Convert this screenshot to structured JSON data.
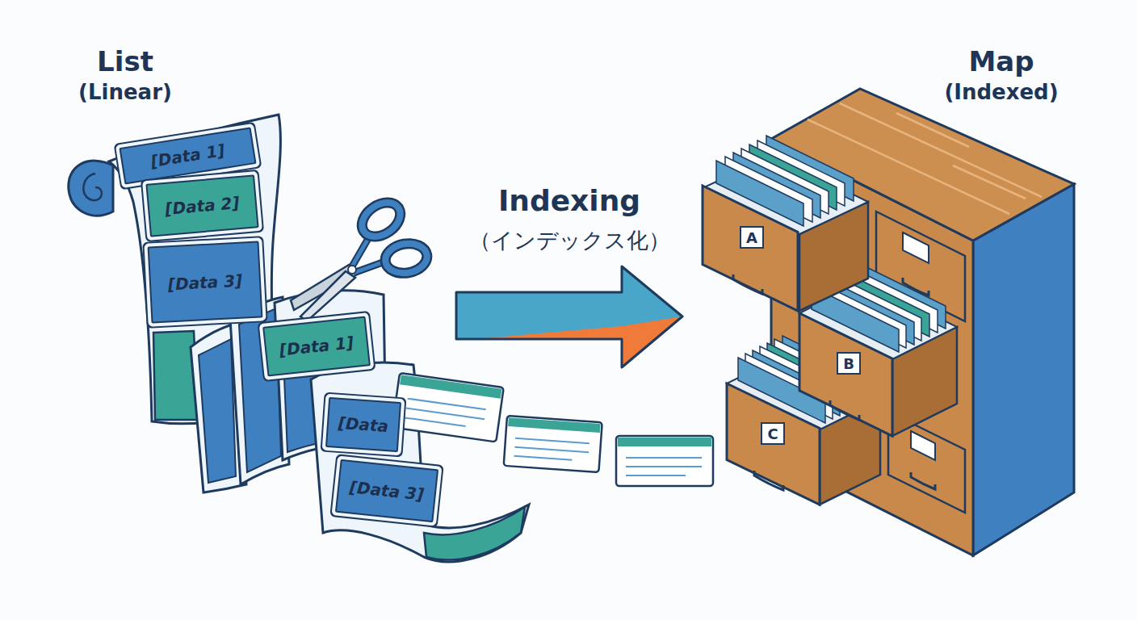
{
  "diagram": {
    "nodes": [
      {
        "text": [
          "List",
          "(Linear)"
        ]
      },
      {
        "text": [
          "[Data 1]"
        ],
        "in": 0
      },
      {
        "text": [
          "[Data 2]"
        ],
        "in": 0
      },
      {
        "text": [
          "[Data 3]"
        ],
        "in": 0
      },
      {
        "text": [
          "[Data 1]"
        ],
        "in": 0
      },
      {
        "text": [
          "[Data"
        ],
        "in": 0
      },
      {
        "text": [
          "[Data 3]"
        ],
        "in": 0
      },
      {
        "text": [
          "Map",
          "(Indexed)"
        ]
      },
      {
        "text": [
          "A"
        ],
        "in": 7
      },
      {
        "text": [
          "B"
        ],
        "in": 7
      },
      {
        "text": [
          "C"
        ],
        "in": 7
      }
    ],
    "edges": [
      {
        "from": 0,
        "to": 7,
        "arrow": "to",
        "label": "Indexing"
      }
    ],
    "labels": [
      "（インデックス化）"
    ]
  }
}
